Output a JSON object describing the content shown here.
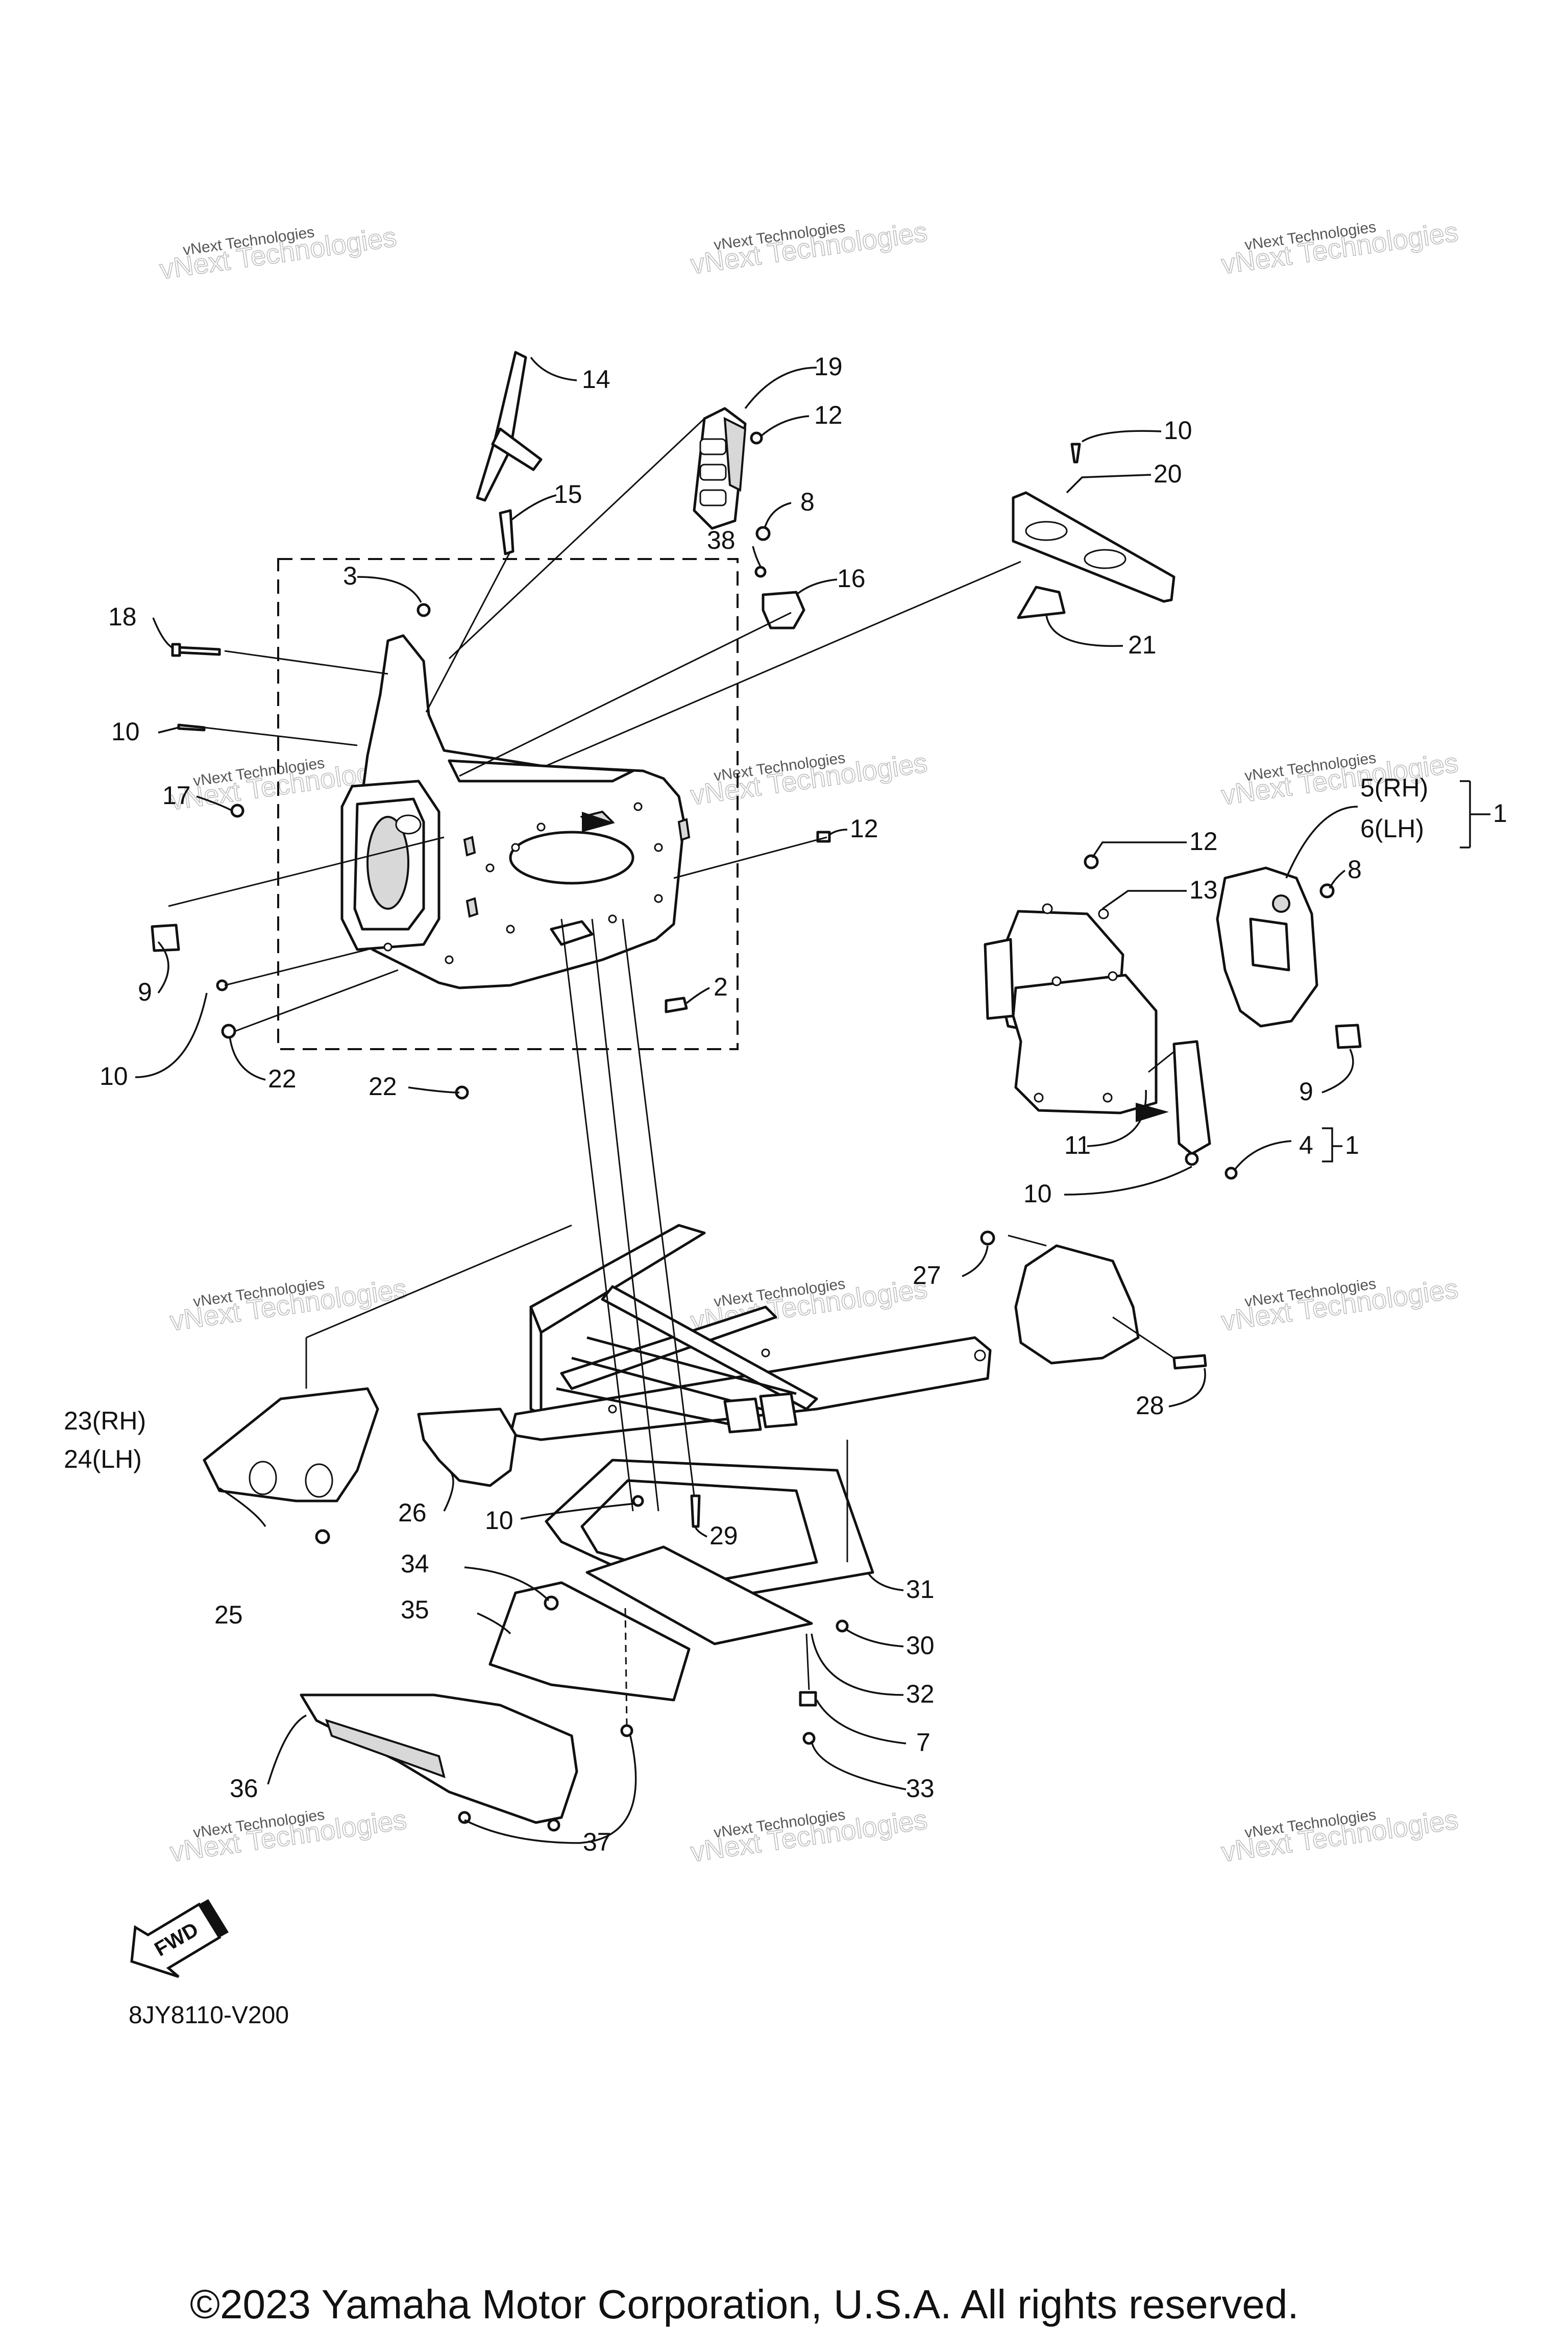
{
  "diagram": {
    "watermark_text": "vNext Technologies",
    "code": "8JY8110-V200",
    "copyright": "©2023 Yamaha Motor Corporation, U.S.A. All rights reserved.",
    "fwd_label": "FWD",
    "callouts": {
      "c1": "1",
      "c1b": "1",
      "c2": "2",
      "c3": "3",
      "c4": "4",
      "c5": "5(RH)",
      "c6": "6(LH)",
      "c7": "7",
      "c8a": "8",
      "c8b": "8",
      "c9a": "9",
      "c9b": "9",
      "c10a": "10",
      "c10b": "10",
      "c10c": "10",
      "c10d": "10",
      "c10e": "10",
      "c11": "11",
      "c12a": "12",
      "c12b": "12",
      "c12c": "12",
      "c13": "13",
      "c14": "14",
      "c15": "15",
      "c16": "16",
      "c17": "17",
      "c18": "18",
      "c19": "19",
      "c20": "20",
      "c21": "21",
      "c22a": "22",
      "c22b": "22",
      "c23": "23(RH)",
      "c24": "24(LH)",
      "c25": "25",
      "c26": "26",
      "c27": "27",
      "c28": "28",
      "c29": "29",
      "c30": "30",
      "c31": "31",
      "c32": "32",
      "c33": "33",
      "c34": "34",
      "c35": "35",
      "c36": "36",
      "c37": "37",
      "c38": "38"
    }
  }
}
